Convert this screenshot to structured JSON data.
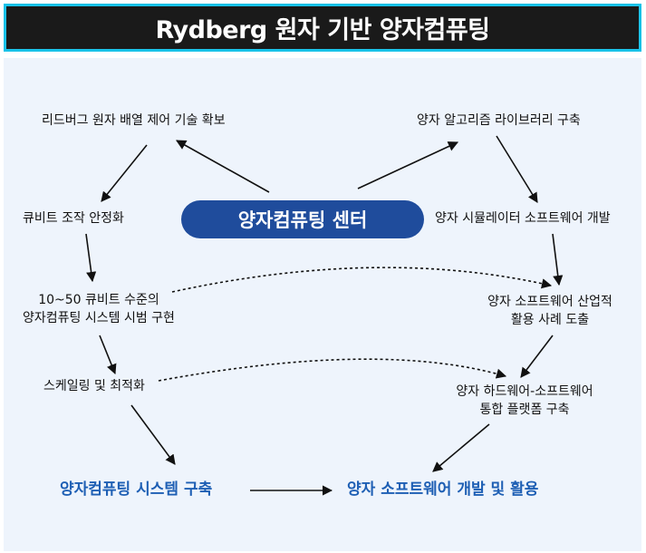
{
  "title": "Rydberg 원자 기반 양자컴퓨팅",
  "center": "양자컴퓨팅 센터",
  "colors": {
    "title_bg": "#1a1a1a",
    "title_border": "#19c2e8",
    "panel_bg": "#eef4fc",
    "center_pill": "#1f4c9c",
    "highlight_text": "#1e5fb4"
  },
  "left_chain": {
    "n1": "리드버그 원자 배열 제어 기술 확보",
    "n2": "큐비트 조작 안정화",
    "n3_line1": "10~50 큐비트 수준의",
    "n3_line2": "양자컴퓨팅 시스템 시범 구현",
    "n4": "스케일링 및 최적화",
    "n5": "양자컴퓨팅 시스템 구축"
  },
  "right_chain": {
    "n1": "양자 알고리즘 라이브러리 구축",
    "n2": "양자 시뮬레이터 소프트웨어 개발",
    "n3_line1": "양자 소프트웨어 산업적",
    "n3_line2": "활용 사례 도출",
    "n4_line1": "양자 하드웨어-소프트웨어",
    "n4_line2": "통합 플랫폼 구축",
    "n5": "양자 소프트웨어 개발 및 활용"
  }
}
